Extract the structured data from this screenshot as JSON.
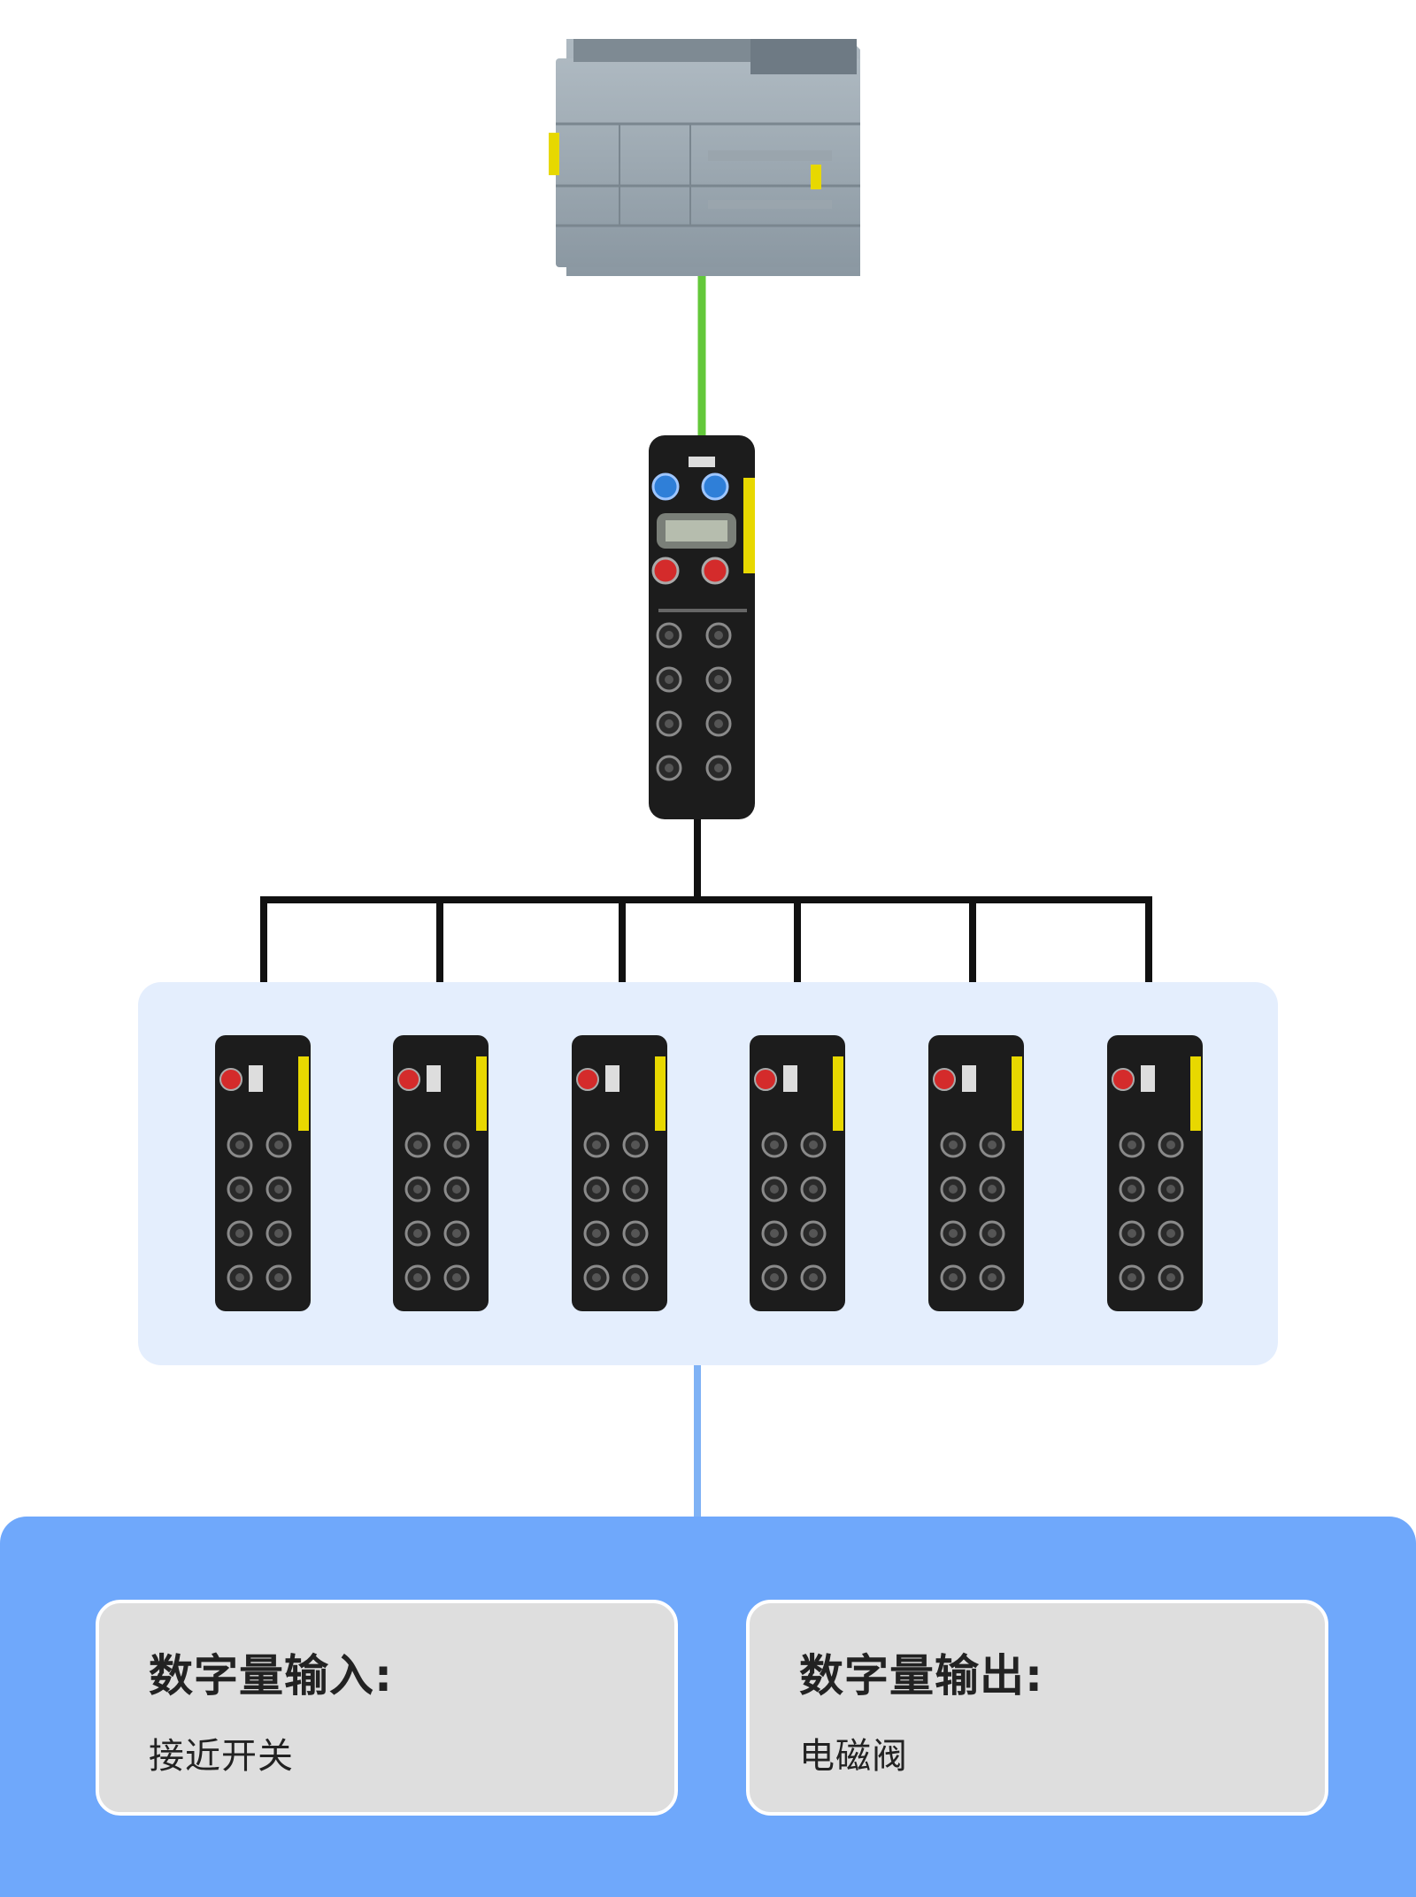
{
  "colors": {
    "profinet_cable": "#63c83a",
    "io_link_cable": "#111111",
    "field_cable": "#7fb2f5",
    "module_panel": "#e4eefd",
    "bottom_panel": "#6fa8fb",
    "card": "#dedede"
  },
  "devices": {
    "plc": {
      "icon": "plc-controller-icon"
    },
    "master": {
      "icon": "io-link-master-icon"
    },
    "hubs": [
      {
        "icon": "io-link-hub-icon"
      },
      {
        "icon": "io-link-hub-icon"
      },
      {
        "icon": "io-link-hub-icon"
      },
      {
        "icon": "io-link-hub-icon"
      },
      {
        "icon": "io-link-hub-icon"
      },
      {
        "icon": "io-link-hub-icon"
      }
    ]
  },
  "cards": {
    "input": {
      "title": "数字量输入:",
      "value": "接近开关"
    },
    "output": {
      "title": "数字量输出:",
      "value": "电磁阀"
    }
  }
}
